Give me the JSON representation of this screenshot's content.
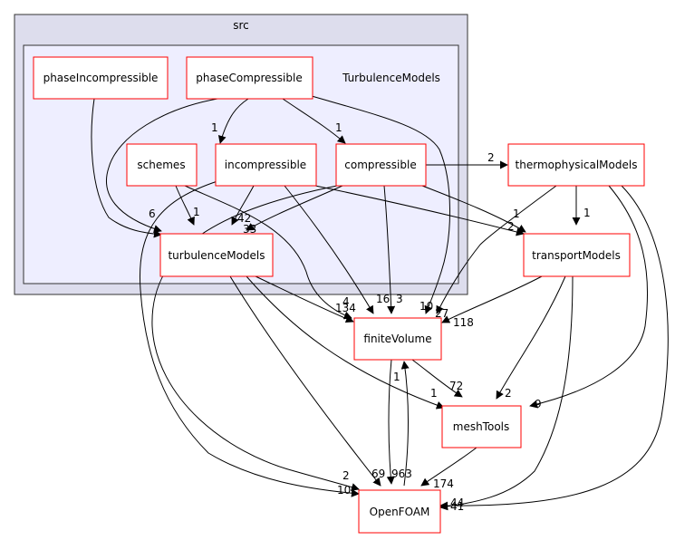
{
  "clusters": {
    "outer": {
      "label": "src",
      "fill": "#dddded",
      "stroke": "#333333"
    },
    "inner": {
      "label": "TurbulenceModels",
      "fill": "#eeeeff",
      "stroke": "#333333"
    }
  },
  "nodes": {
    "phaseIncompressible": {
      "label": "phaseIncompressible"
    },
    "phaseCompressible": {
      "label": "phaseCompressible"
    },
    "schemes": {
      "label": "schemes"
    },
    "incompressible": {
      "label": "incompressible"
    },
    "compressible": {
      "label": "compressible"
    },
    "turbulenceModels": {
      "label": "turbulenceModels"
    },
    "thermophysicalModels": {
      "label": "thermophysicalModels"
    },
    "transportModels": {
      "label": "transportModels"
    },
    "finiteVolume": {
      "label": "finiteVolume"
    },
    "meshTools": {
      "label": "meshTools"
    },
    "OpenFOAM": {
      "label": "OpenFOAM"
    }
  },
  "edges": {
    "phaseCompressible_incompressible": "1",
    "phaseCompressible_compressible": "1",
    "phaseCompressible_turbulenceModels": "6",
    "phaseCompressible_finiteVolume": "10",
    "phaseIncompressible_turbulenceModels": "",
    "schemes_turbulenceModels": "1",
    "schemes_finiteVolume": "4",
    "incompressible_turbulenceModels": "42",
    "incompressible_finiteVolume": "16",
    "incompressible_transportModels": "2",
    "incompressible_OpenFOAM": "10",
    "compressible_turbulenceModels": "33",
    "compressible_thermophysicalModels": "2",
    "compressible_transportModels": "1",
    "compressible_finiteVolume": "3",
    "compressible_OpenFOAM": "2",
    "turbulenceModels_finiteVolume": "134",
    "turbulenceModels_meshTools": "1",
    "turbulenceModels_OpenFOAM": "69",
    "thermophysicalModels_transportModels": "1",
    "thermophysicalModels_finiteVolume": "27",
    "thermophysicalModels_meshTools": "9",
    "thermophysicalModels_OpenFOAM": "44",
    "transportModels_finiteVolume": "118",
    "transportModels_meshTools": "2",
    "transportModels_OpenFOAM": "41",
    "finiteVolume_meshTools": "72",
    "finiteVolume_OpenFOAM": "963",
    "meshTools_OpenFOAM": "174",
    "OpenFOAM_finiteVolume": "1"
  },
  "colors": {
    "node_border": "#ff0000",
    "node_fill": "#ffffff",
    "edge": "#000000",
    "text": "#000000"
  }
}
